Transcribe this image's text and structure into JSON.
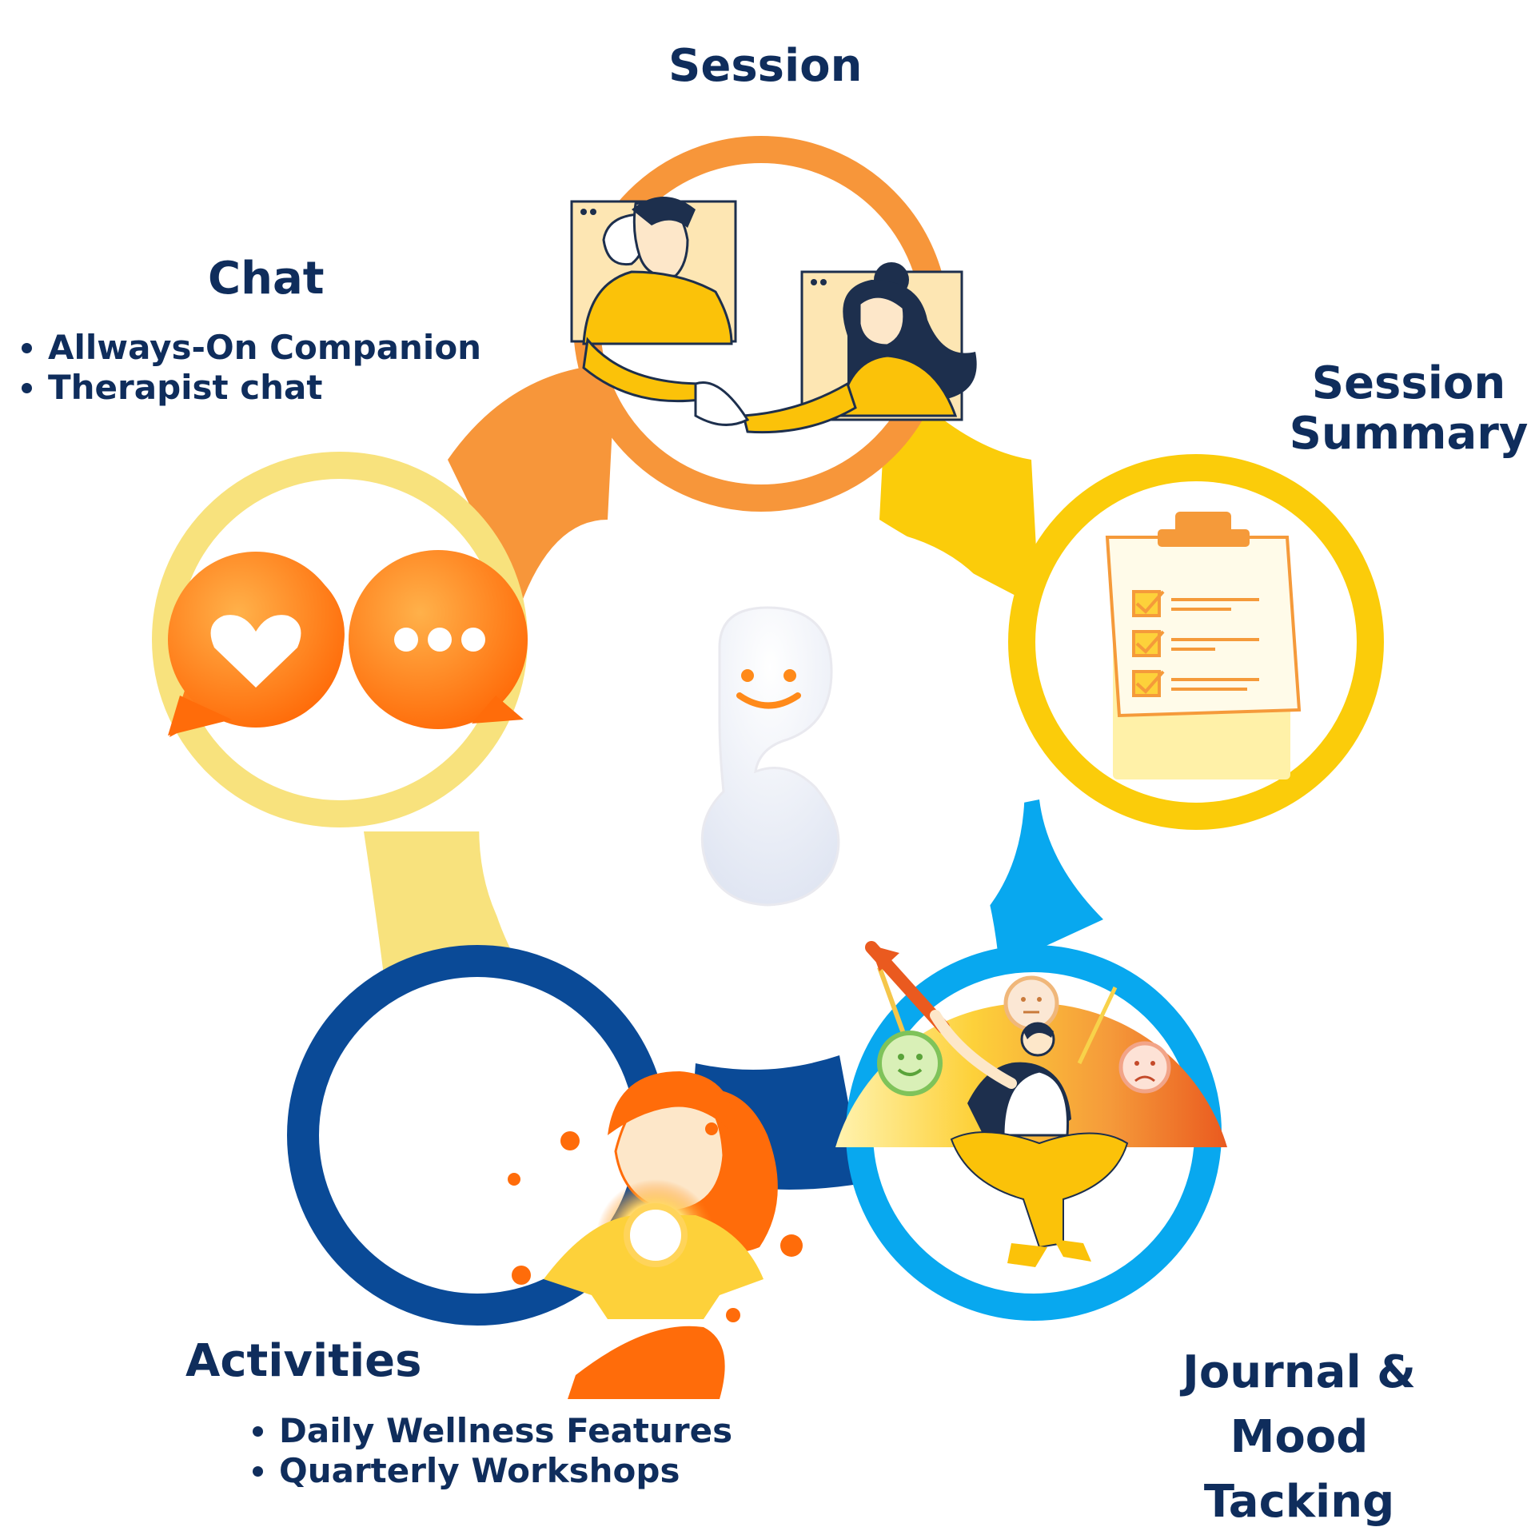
{
  "colors": {
    "text": "#0f2d5c",
    "session": "#f7963a",
    "summary": "#fbcc0a",
    "journal": "#08a8ef",
    "activities": "#0a4a97",
    "chat": "#f8e27d",
    "accent_orange": "#ff6c0a"
  },
  "nodes": {
    "session": {
      "title": "Session",
      "icon": "video-call-handshake-illustration"
    },
    "summary": {
      "title_lines": [
        "Session",
        "Summary"
      ],
      "icon": "clipboard-checklist-icon"
    },
    "journal": {
      "title_lines": [
        "Journal & Mood",
        "Tacking"
      ],
      "icon": "mood-meter-illustration"
    },
    "activities": {
      "title": "Activities",
      "bullets": [
        "Daily Wellness Features",
        "Quarterly Workshops"
      ],
      "icon": "wellness-woman-illustration"
    },
    "chat": {
      "title": "Chat",
      "bullets": [
        "Allways-On Companion",
        "Therapist chat"
      ],
      "icon": "chat-bubbles-icon"
    }
  },
  "center": {
    "icon": "smiling-speech-bubble-logo"
  }
}
